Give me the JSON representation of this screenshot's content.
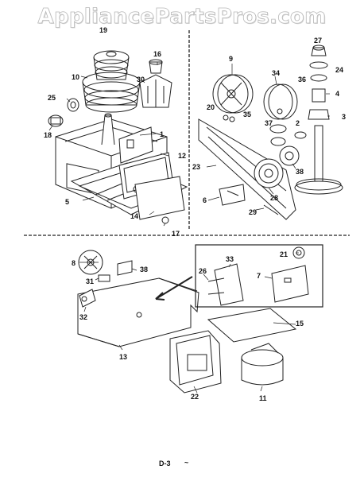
{
  "watermark": "AppliancePartsPros.com",
  "page_code": "D-3",
  "page_mark": "~",
  "callouts": {
    "p1": "1",
    "p3": "3",
    "p4": "4",
    "p5": "5",
    "p6": "6",
    "p7": "7",
    "p8": "8",
    "p9": "9",
    "p10": "10",
    "p11": "11",
    "p12": "12",
    "p13": "13",
    "p14": "14",
    "p15": "15",
    "p16": "16",
    "p17": "17",
    "p18": "18",
    "p19": "19",
    "p20": "20",
    "p21": "21",
    "p22": "22",
    "p23": "23",
    "p24": "24",
    "p25": "25",
    "p26": "26",
    "p27": "27",
    "p28": "28",
    "p29": "29",
    "p30": "30",
    "p31": "31",
    "p32": "32",
    "p33": "33",
    "p34": "34",
    "p35": "35",
    "p36": "36",
    "p37": "37",
    "p38a": "38",
    "p38b": "38",
    "p2": "2"
  }
}
